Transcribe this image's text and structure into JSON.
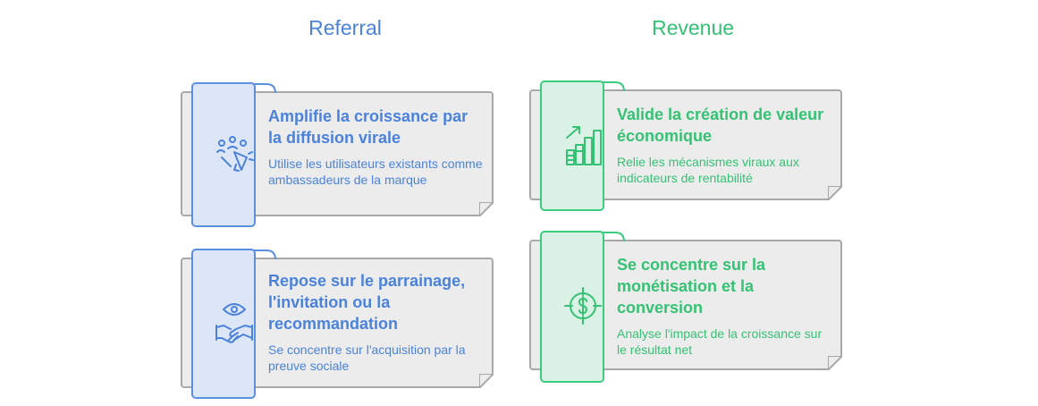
{
  "columns": [
    {
      "title": "Referral",
      "color": "#4a82dc",
      "cards": [
        {
          "icon": "megaphone-people-icon",
          "title": "Amplifie la croissance par la diffusion virale",
          "desc": "Utilise les utilisateurs existants comme ambassadeurs de la marque"
        },
        {
          "icon": "eye-handshake-icon",
          "title": "Repose sur le parrainage, l'invitation ou la recommandation",
          "desc": "Se concentre sur l'acquisition par la preuve sociale"
        }
      ]
    },
    {
      "title": "Revenue",
      "color": "#35c274",
      "cards": [
        {
          "icon": "growth-chart-icon",
          "title": "Valide la création de valeur économique",
          "desc": "Relie les mécanismes viraux aux indicateurs de rentabilité"
        },
        {
          "icon": "dollar-target-icon",
          "title": "Se concentre sur la monétisation et la conversion",
          "desc": "Analyse l'impact de la croissance sur le résultat net"
        }
      ]
    }
  ]
}
